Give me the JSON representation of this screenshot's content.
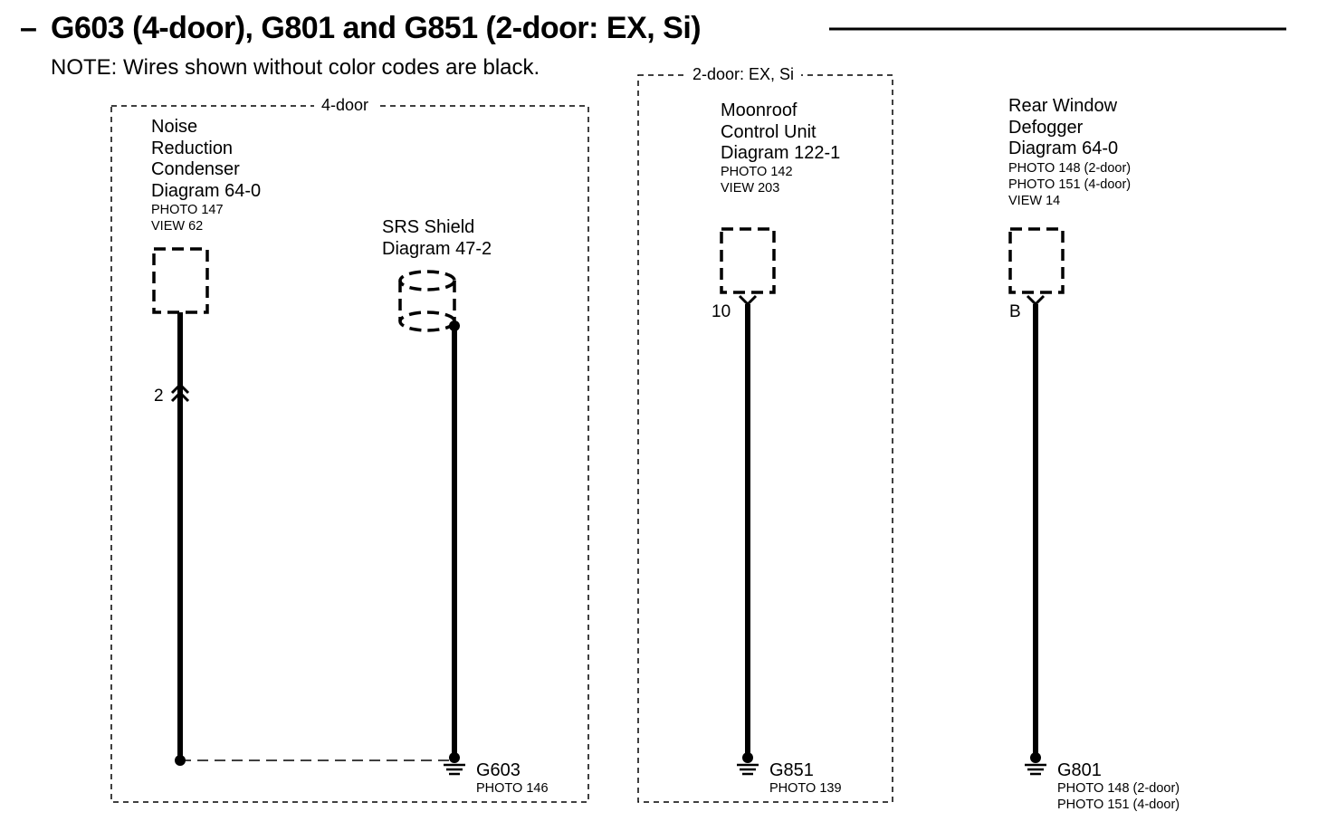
{
  "header": {
    "dash": "–",
    "title": "G603 (4-door), G801 and G851 (2-door: EX, Si)",
    "note": "NOTE: Wires shown without color codes are black."
  },
  "groups": {
    "four_door": "4-door",
    "two_door": "2-door: EX, Si"
  },
  "components": {
    "noise_condenser": {
      "lines": [
        "Noise",
        "Reduction",
        "Condenser",
        "Diagram 64-0"
      ],
      "refs": [
        "PHOTO 147",
        "VIEW 62"
      ],
      "pin": "2"
    },
    "srs_shield": {
      "lines": [
        "SRS Shield",
        "Diagram 47-2"
      ]
    },
    "moonroof": {
      "lines": [
        "Moonroof",
        "Control Unit",
        "Diagram 122-1"
      ],
      "refs": [
        "PHOTO 142",
        "VIEW 203"
      ],
      "pin": "10"
    },
    "rear_defogger": {
      "lines": [
        "Rear Window",
        "Defogger",
        "Diagram 64-0"
      ],
      "refs": [
        "PHOTO 148 (2-door)",
        "PHOTO 151 (4-door)",
        "VIEW 14"
      ],
      "pin": "B"
    }
  },
  "grounds": {
    "g603": {
      "name": "G603",
      "refs": [
        "PHOTO 146"
      ]
    },
    "g851": {
      "name": "G851",
      "refs": [
        "PHOTO 139"
      ]
    },
    "g801": {
      "name": "G801",
      "refs": [
        "PHOTO 148 (2-door)",
        "PHOTO 151 (4-door)"
      ]
    }
  }
}
